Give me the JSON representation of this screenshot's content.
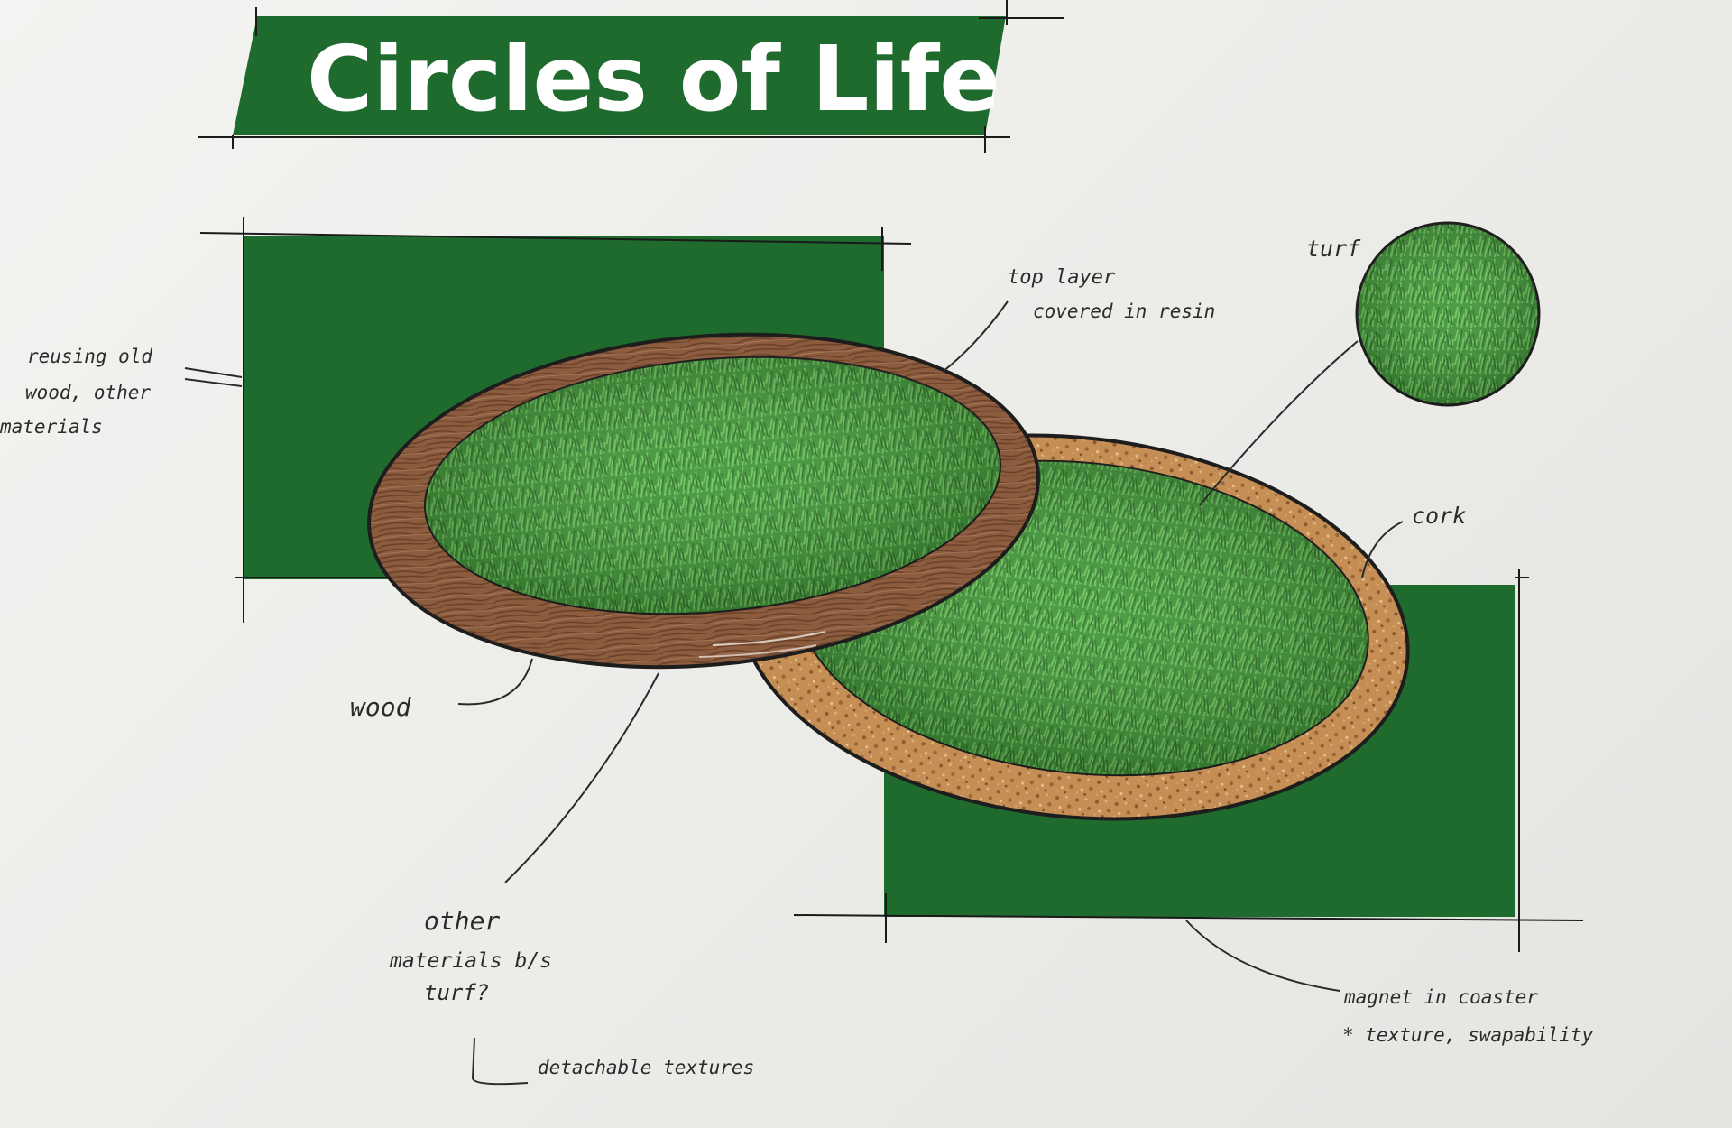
{
  "title": "Circles of Life",
  "colors": {
    "brand_green": "#1f6b2e",
    "turf_green": "#3f9a3a",
    "wood": "#8a5a3a",
    "cork": "#c9935a",
    "ink": "#2a2a2a"
  },
  "annotations": {
    "reusing": [
      "reusing old",
      "wood, other",
      "materials"
    ],
    "top_layer": [
      "top layer",
      "covered in resin"
    ],
    "turf": "turf",
    "cork": "cork",
    "wood": "wood",
    "other_materials": [
      "other",
      "materials b/s",
      "turf?"
    ],
    "detachable": "detachable textures",
    "magnet": [
      "magnet in coaster",
      "* texture, swapability"
    ]
  }
}
